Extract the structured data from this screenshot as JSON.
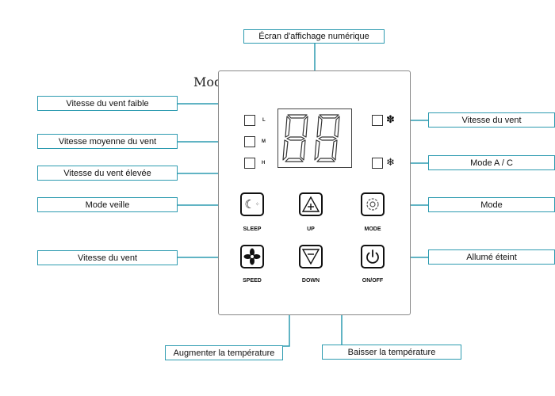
{
  "panel": {
    "title": "Mode",
    "led_letters": {
      "low": "L",
      "medium": "M",
      "high": "H"
    },
    "icons": {
      "fan_speed": "fan-flower-icon",
      "ac_mode": "snowflake-icon"
    },
    "buttons": {
      "sleep": "SLEEP",
      "up": "UP",
      "mode": "MODE",
      "speed": "SPEED",
      "down": "DOWN",
      "onoff": "ON/OFF"
    }
  },
  "callouts": {
    "display": "Écran d'affichage numérique",
    "low_speed": "Vitesse du vent faible",
    "medium_speed": "Vitesse moyenne du vent",
    "high_speed": "Vitesse du vent élevée",
    "sleep_mode": "Mode veille",
    "fan_speed_left": "Vitesse du vent",
    "fan_speed_right": "Vitesse du vent",
    "ac_mode": "Mode A / C",
    "mode": "Mode",
    "power": "Allumé éteint",
    "temp_up": "Augmenter la température",
    "temp_down": "Baisser la température"
  }
}
